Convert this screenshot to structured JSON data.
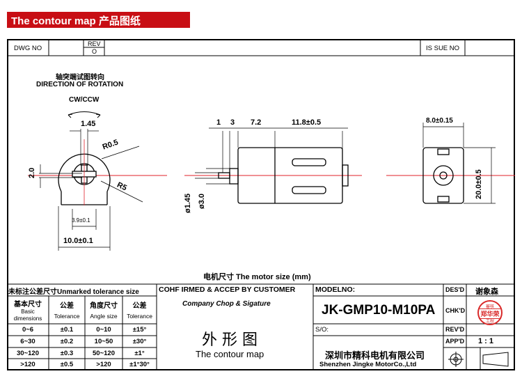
{
  "header": {
    "banner_title": "The contour map 产品图纸"
  },
  "title_block_top": {
    "dwg_no_label": "DWG NO",
    "rev_label": "REV",
    "rev_value": "O",
    "issue_no_label": "IS SUE NO"
  },
  "drawing": {
    "rotation_cn": "轴突端试图转向",
    "rotation_en": "DIRECTION OF ROTATION",
    "rotation_dir": "CW/CCW",
    "dims": {
      "d_145_top": "1.45",
      "r05": "R0.5",
      "r5": "R5",
      "h20": "2.0",
      "w39": "3.9±0.1",
      "w10": "10.0±0.1",
      "s1": "1",
      "s3": "3",
      "s72": "7.2",
      "s118": "11.8±0.5",
      "shaft_dia": "ø1.45",
      "boss_dia": "ø3.0",
      "e8": "8.0±0.15",
      "e20": "20.0±0.5"
    },
    "caption": "电机尺寸 The motor size (mm)"
  },
  "tolerance_table": {
    "title": "未标注公差尺寸Unmarked tolerance size",
    "headers": {
      "basic_cn": "基本尺寸",
      "basic_en_1": "Basic",
      "basic_en_2": "dimensions",
      "tol_cn": "公差",
      "tol_en": "Tolerance",
      "angle_cn": "角度尺寸",
      "angle_en": "Angle size",
      "tol2_cn": "公差",
      "tol2_en": "Tolerance"
    },
    "rows": [
      [
        "0~6",
        "±0.1",
        "0~10",
        "±15°"
      ],
      [
        "6~30",
        "±0.2",
        "10~50",
        "±30°"
      ],
      [
        "30~120",
        "±0.3",
        "50~120",
        "±1°"
      ],
      [
        ">120",
        "±0.5",
        ">120",
        "±1°30°"
      ]
    ]
  },
  "confirm_block": {
    "title": "COHF IRMED & ACCEP BY CUSTOMER",
    "subtitle": "Company Chop & Sigature",
    "outline_cn": "外 形 图",
    "outline_en": "The contour map"
  },
  "model_block": {
    "model_label": "MODELNO:",
    "model_value": "JK-GMP10-M10PA",
    "so_label": "S/O:",
    "company_cn": "深圳市精科电机有限公司",
    "company_en": "Shenzhen Jingke MotorCo.,Ltd"
  },
  "sign_block": {
    "des_label": "DES'D",
    "des_value": "谢象森",
    "chk_label": "CHK'D",
    "rev_label": "REV'D",
    "app_label": "APP'D",
    "scale_value": "1 : 1",
    "stamp_top": "審核",
    "stamp_name": "郑华荣",
    "stamp_bottom": "工程"
  },
  "colors": {
    "banner": "#c80e14",
    "centerline": "#e0202a",
    "stamp": "#d92a2a"
  }
}
